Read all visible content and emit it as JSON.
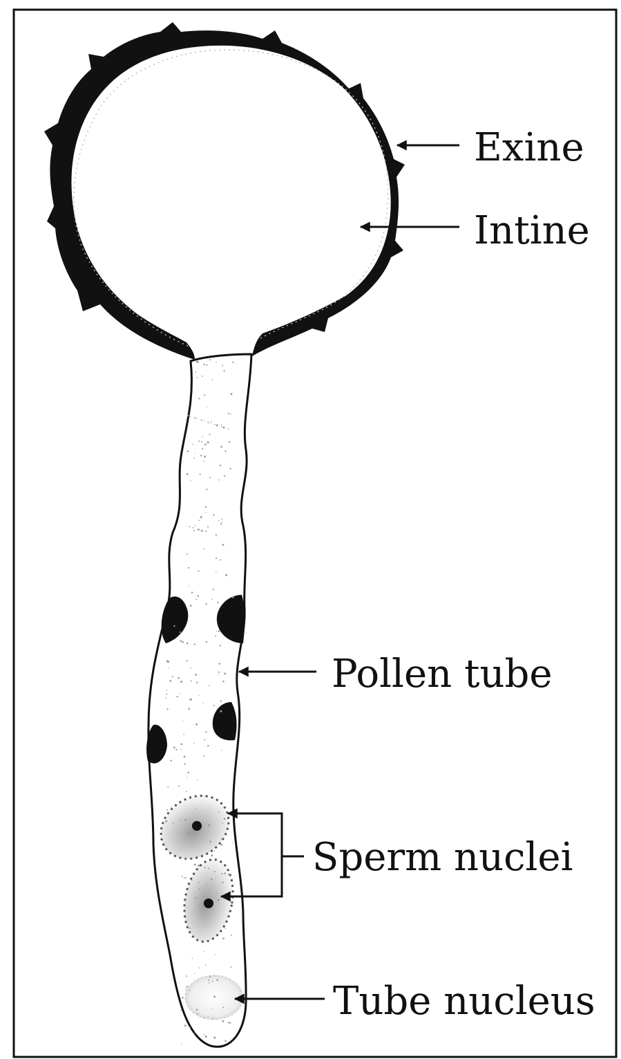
{
  "labels": {
    "exine": "Exine",
    "intine": "Intine",
    "pollen_tube": "Pollen tube",
    "sperm_nuclei": "Sperm nuclei",
    "tube_nucleus": "Tube nucleus"
  },
  "colors": {
    "ink": "#111111",
    "background": "#ffffff",
    "nucleus_shade": "#c9c9c9"
  }
}
